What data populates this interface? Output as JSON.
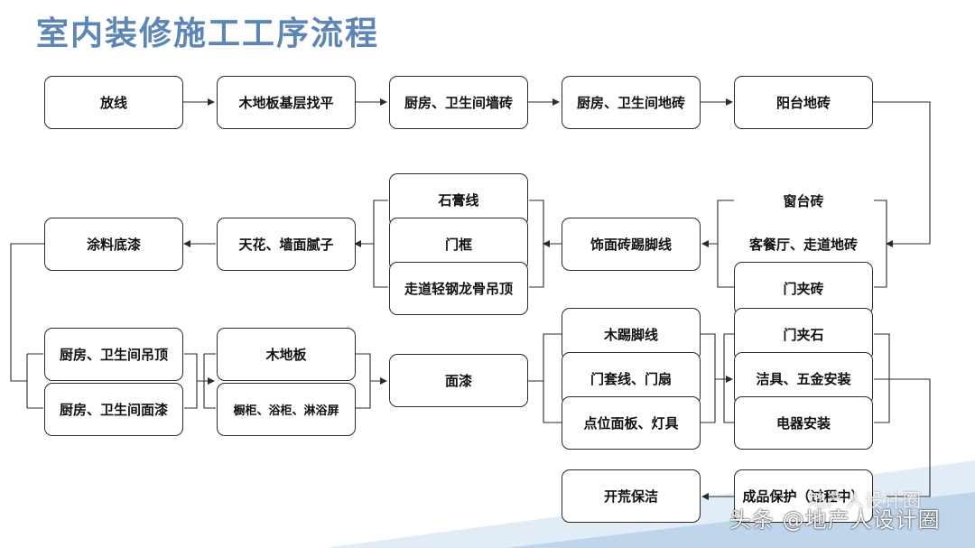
{
  "title": "室内装修施工工序流程",
  "colors": {
    "title": "#5d86b5",
    "border": "#2b2b2b",
    "deco": "#b9cfe8"
  },
  "steps": {
    "s1": "放线",
    "s2": "木地板基层找平",
    "s3": "厨房、卫生间墙砖",
    "s4": "厨房、卫生间地砖",
    "s5": "阳台地砖",
    "s6a": "窗台砖",
    "s6b": "客餐厅、走道地砖",
    "s6c": "门夹砖",
    "s7": "饰面砖踢脚线",
    "s8a": "石膏线",
    "s8b": "门框",
    "s8c": "走道轻钢龙骨吊顶",
    "s9": "天花、墙面腻子",
    "s10": "涂料底漆",
    "s11a": "厨房、卫生间吊顶",
    "s11b": "厨房、卫生间面漆",
    "s12a": "木地板",
    "s12b": "橱柜、浴柜、淋浴屏",
    "s13": "面漆",
    "s14a": "木踢脚线",
    "s14b": "门套线、门扇",
    "s14c": "点位面板、灯具",
    "s15a": "门夹石",
    "s15b": "洁具、五金安装",
    "s15c": "电器安装",
    "s16": "成品保护（过程中）",
    "s17": "开荒保洁"
  },
  "watermark": {
    "faint": "地产人设计圈",
    "main": "头条 @地产人设计圈"
  }
}
